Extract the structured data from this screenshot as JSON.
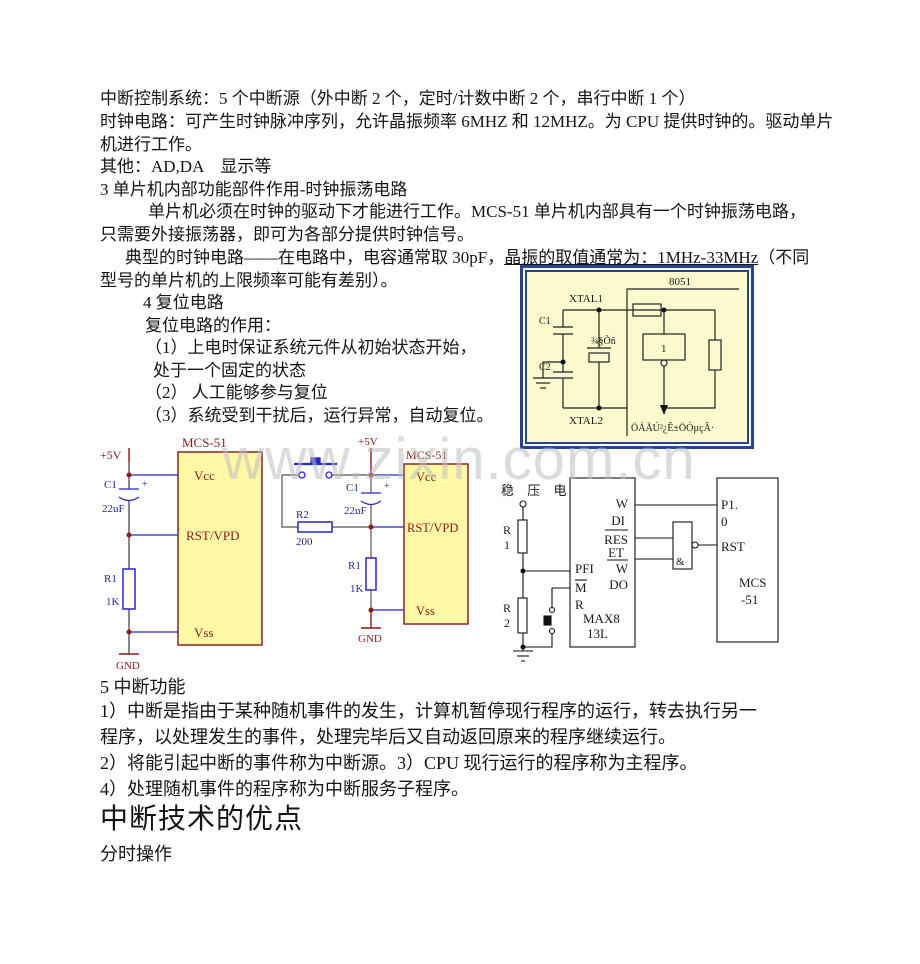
{
  "doc": {
    "l1": "中断控制系统：5 个中断源（外中断 2 个，定时/计数中断 2 个，串行中断 1 个）",
    "l2": "时钟电路：可产生时钟脉冲序列，允许晶振频率 6MHZ 和 12MHZ。为 CPU 提供时钟的。驱动单片",
    "l3": "机进行工作。",
    "l4": "其他：AD,DA　显示等",
    "l5": "3 单片机内部功能部件作用-时钟振荡电路",
    "l6": "单片机必须在时钟的驱动下才能进行工作。MCS-51 单片机内部具有一个时钟振荡电路，",
    "l7": "只需要外接振荡器，即可为各部分提供时钟信号。",
    "l8_pre": "典型的时钟电路——在电路中，电容通常取 30pF，",
    "l8_u": "晶振的取值通常为：1MHz-33MHz",
    "l8_post": "（不同",
    "l9": "型号的单片机的上限频率可能有差别）。",
    "l10": "4 复位电路",
    "l11": "复位电路的作用：",
    "l12": "（1）上电时保证系统元件从初始状态开始，",
    "l13": "处于一个固定的状态",
    "l14": "（2） 人工能够参与复位",
    "l15": "（3）系统受到干扰后，运行异常，自动复位。",
    "b1": "5 中断功能",
    "b2": "1）中断是指由于某种随机事件的发生，计算机暂停现行程序的运行，转去执行另一",
    "b3": "程序，以处理发生的事件，处理完毕后又自动返回原来的程序继续运行。",
    "b4": "2）将能引起中断的事件称为中断源。3）CPU 现行运行的程序称为主程序。",
    "b5": "4）处理随机事件的程序称为中断服务子程序。",
    "heading": "中断技术的优点",
    "subheading": "分时操作"
  },
  "clock": {
    "chip": "8051",
    "xtal1": "XTAL1",
    "xtal2": "XTAL2",
    "c1": "C1",
    "c2": "C2",
    "crystal": "¾§Õñ",
    "gate": "1",
    "note": "ÖÁÄÚ²¿Ê±ÖÓµçÂ·"
  },
  "reset1": {
    "vplus": "+5V",
    "title": "MCS-51",
    "vcc": "Vcc",
    "rst": "RST/VPD",
    "vss": "Vss",
    "c1": "C1",
    "c1v": "22uF",
    "plus": "+",
    "r1": "R1",
    "r1v": "1K",
    "gnd": "GND"
  },
  "reset2": {
    "vplus": "+5V",
    "title": "MCS-51",
    "vcc": "Vcc",
    "rst": "RST/VPD",
    "vss": "Vss",
    "c1": "C1",
    "c1v": "22uF",
    "plus": "+",
    "r1": "R1",
    "r1v": "1K",
    "r2": "R2",
    "r2v": "200",
    "gnd": "GND"
  },
  "wdt": {
    "reg": "稳 压 电",
    "r": "R",
    "n1": "1",
    "n2": "2",
    "pfi": "PFI",
    "w1": "W",
    "di": "DI",
    "res": "RES",
    "et": "ET",
    "w2": "W",
    "do": "DO",
    "m": "M",
    "rr": "R",
    "chip1": "MAX8",
    "chip2": "13L",
    "amp": "&",
    "p1": "P1.",
    "p0": "0",
    "rst": "RST",
    "mcs1": "MCS",
    "mcs2": "-51"
  },
  "watermark": "www.zixin.com.cn",
  "colors": {
    "wire_blue": "#2626C9",
    "label_red": "#8B1A1A",
    "label_navy": "#26268C",
    "chip_fill": "#FFF9A6",
    "chip_border": "#8B2323",
    "clock_box_border": "#26468C",
    "clock_box_fill": "#FBF9CE",
    "watermark_gray": "#BEBEBE"
  }
}
